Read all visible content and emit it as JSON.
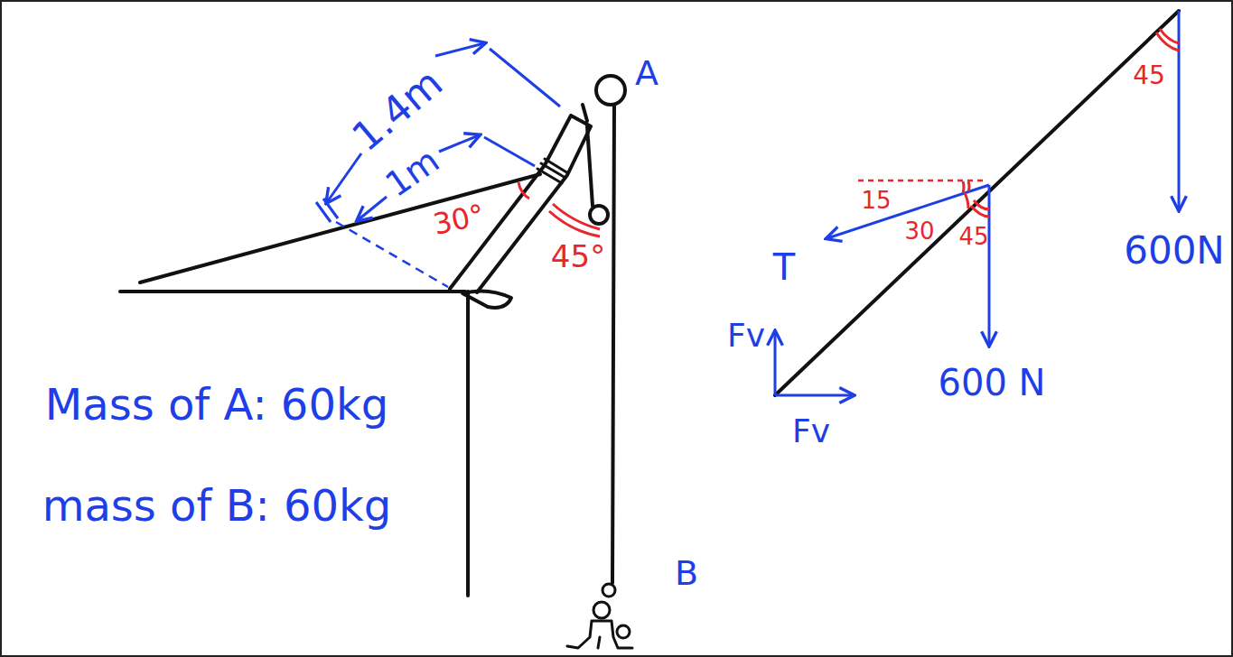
{
  "diagram": {
    "labels": [
      "1.4m",
      "1m",
      "A",
      "30°",
      "45°",
      "B",
      "Mass of A: 60kg",
      "mass of B: 60kg",
      "45",
      "600N",
      "15",
      "30",
      "45",
      "600 N",
      "T",
      "Fv",
      "Fv"
    ]
  }
}
